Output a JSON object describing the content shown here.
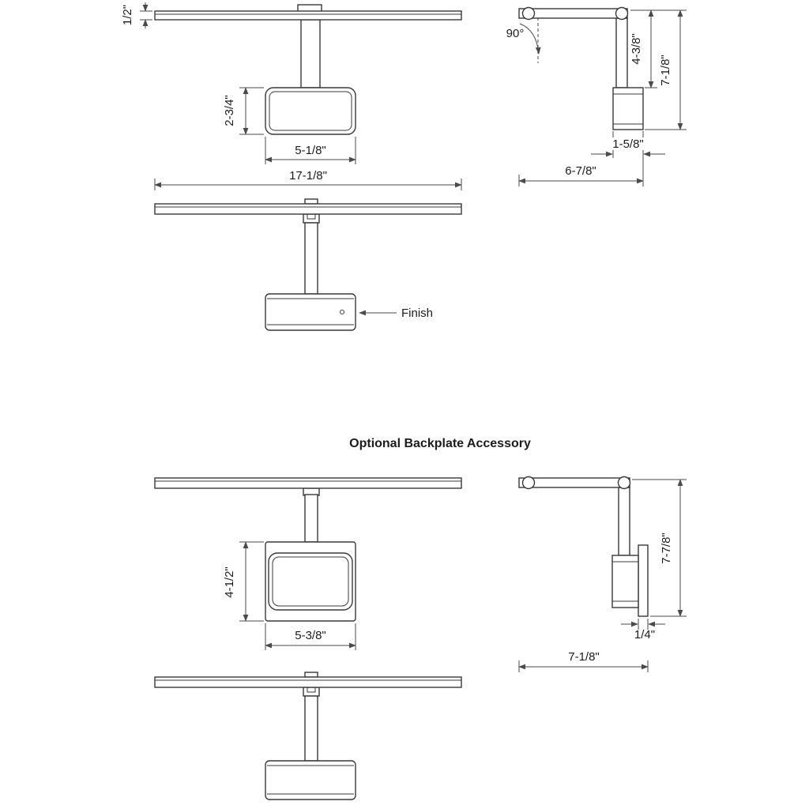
{
  "page": {
    "background": "#ffffff",
    "line_color": "#383838",
    "dim_color": "#4a4a4a",
    "text_color": "#1c1c1c"
  },
  "title": "Optional Backplate Accessory",
  "annotations": {
    "finish_label": "Finish"
  },
  "dimensions": {
    "standard_front": {
      "bar_thickness": "1/2\"",
      "head_height": "2-3/4\"",
      "head_width": "5-1/8\"",
      "overall_width": "17-1/8\""
    },
    "standard_side": {
      "arm_angle": "90°",
      "arm_drop": "4-3/8\"",
      "overall_height": "7-1/8\"",
      "head_depth": "1-5/8\"",
      "overall_depth": "6-7/8\""
    },
    "backplate_front": {
      "backplate_height": "4-1/2\"",
      "backplate_width": "5-3/8\""
    },
    "backplate_side": {
      "overall_height": "7-7/8\"",
      "plate_thickness": "1/4\"",
      "overall_depth": "7-1/8\""
    }
  }
}
